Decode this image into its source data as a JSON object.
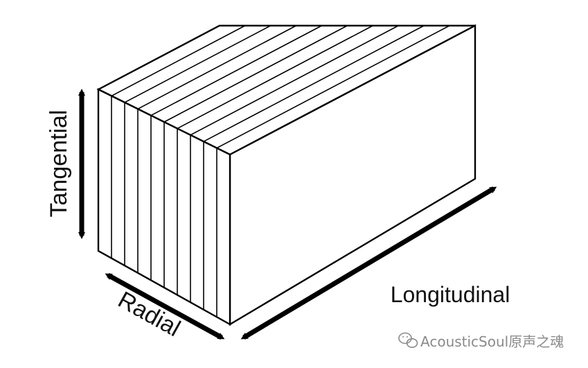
{
  "diagram": {
    "labels": {
      "tangential": "Tangential",
      "radial": "Radial",
      "longitudinal": "Longitudinal"
    },
    "watermark": {
      "text": "AcousticSoul原声之魂",
      "icon": "wechat-icon"
    },
    "ply_count": 10,
    "colors": {
      "stroke": "#000000",
      "fill": "#ffffff",
      "watermark": "#8a8a8a"
    }
  }
}
